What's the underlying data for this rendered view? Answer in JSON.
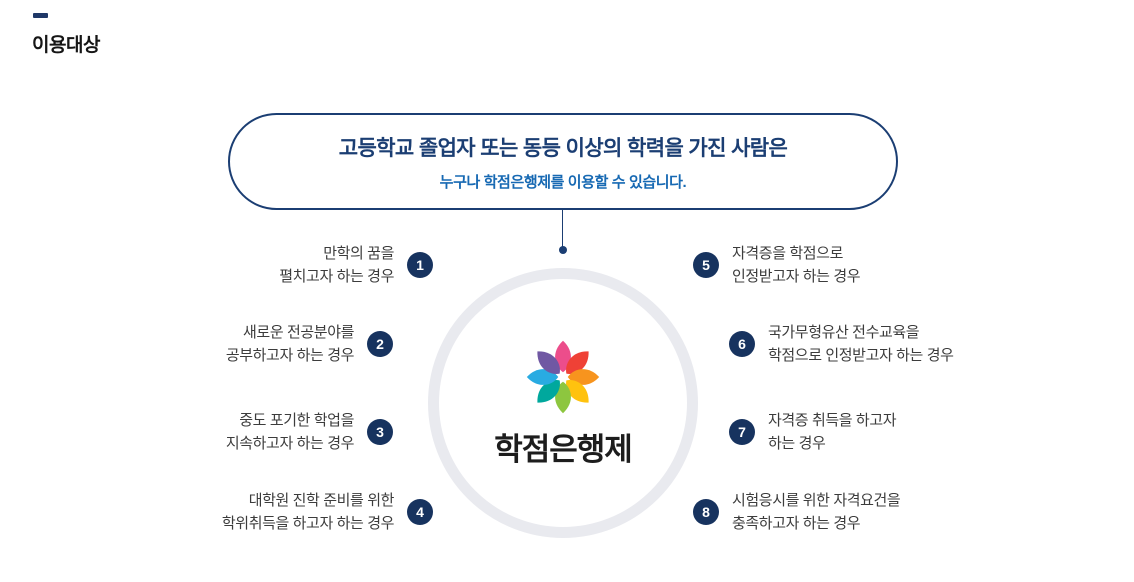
{
  "page": {
    "title": "이용대상"
  },
  "banner": {
    "title": "고등학교 졸업자 또는 동등 이상의 학력을 가진 사람은",
    "subtitle": "누구나 학점은행제를 이용할 수 있습니다."
  },
  "center": {
    "logo_icon": "credit-bank-flower-logo",
    "label": "학점은행제"
  },
  "items_left": [
    {
      "num": "1",
      "line1": "만학의 꿈을",
      "line2": "펼치고자 하는 경우"
    },
    {
      "num": "2",
      "line1": "새로운 전공분야를",
      "line2": "공부하고자 하는 경우"
    },
    {
      "num": "3",
      "line1": "중도 포기한 학업을",
      "line2": "지속하고자 하는 경우"
    },
    {
      "num": "4",
      "line1": "대학원 진학 준비를 위한",
      "line2": "학위취득을 하고자 하는 경우"
    }
  ],
  "items_right": [
    {
      "num": "5",
      "line1": "자격증을 학점으로",
      "line2": "인정받고자 하는 경우"
    },
    {
      "num": "6",
      "line1": "국가무형유산 전수교육을",
      "line2": "학점으로 인정받고자 하는 경우"
    },
    {
      "num": "7",
      "line1": "자격증 취득을 하고자",
      "line2": "하는 경우"
    },
    {
      "num": "8",
      "line1": "시험응시를 위한 자격요건을",
      "line2": "충족하고자 하는 경우"
    }
  ],
  "colors": {
    "navy": "#1b3e73",
    "accent_blue": "#1769b3",
    "number_badge": "#17335f",
    "ring_gray": "#e9eaef"
  }
}
